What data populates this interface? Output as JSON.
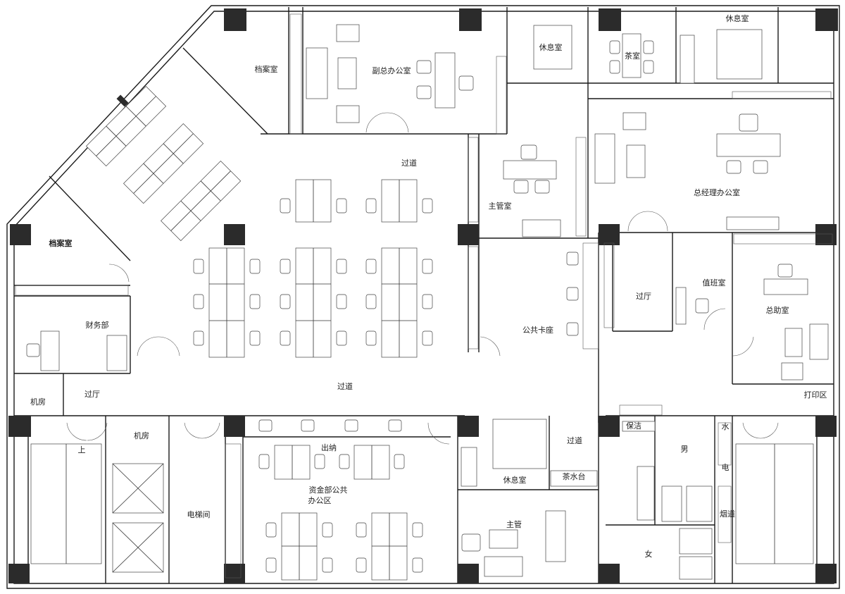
{
  "rooms": {
    "archive_top": "档案室",
    "vp_office": "副总办公室",
    "lounge_mid": "休息室",
    "tea_room": "茶室",
    "lounge_right": "休息室",
    "corridor_top": "过道",
    "supervisor_room": "主管室",
    "gm_office": "总经理办公室",
    "archive_left": "档案室",
    "finance": "财务部",
    "public_seating": "公共卡座",
    "vestibule_right": "过厅",
    "duty_room": "值班室",
    "assistant_office": "总助室",
    "server_room_left": "机房",
    "vestibule_left": "过厅",
    "corridor_mid": "过道",
    "print_area": "打印区",
    "server_room_2": "机房",
    "cashier": "出纳",
    "elevator_hall": "电梯间",
    "treasury_l1": "资金部公共",
    "treasury_l2": "办公区",
    "lounge_bottom": "休息室",
    "corridor_small": "过道",
    "tea_counter": "茶水台",
    "manager": "主管",
    "cleaning": "保洁",
    "men": "男",
    "water": "水",
    "electric": "电",
    "flue": "烟道",
    "women": "女",
    "stairs_up": "上"
  }
}
